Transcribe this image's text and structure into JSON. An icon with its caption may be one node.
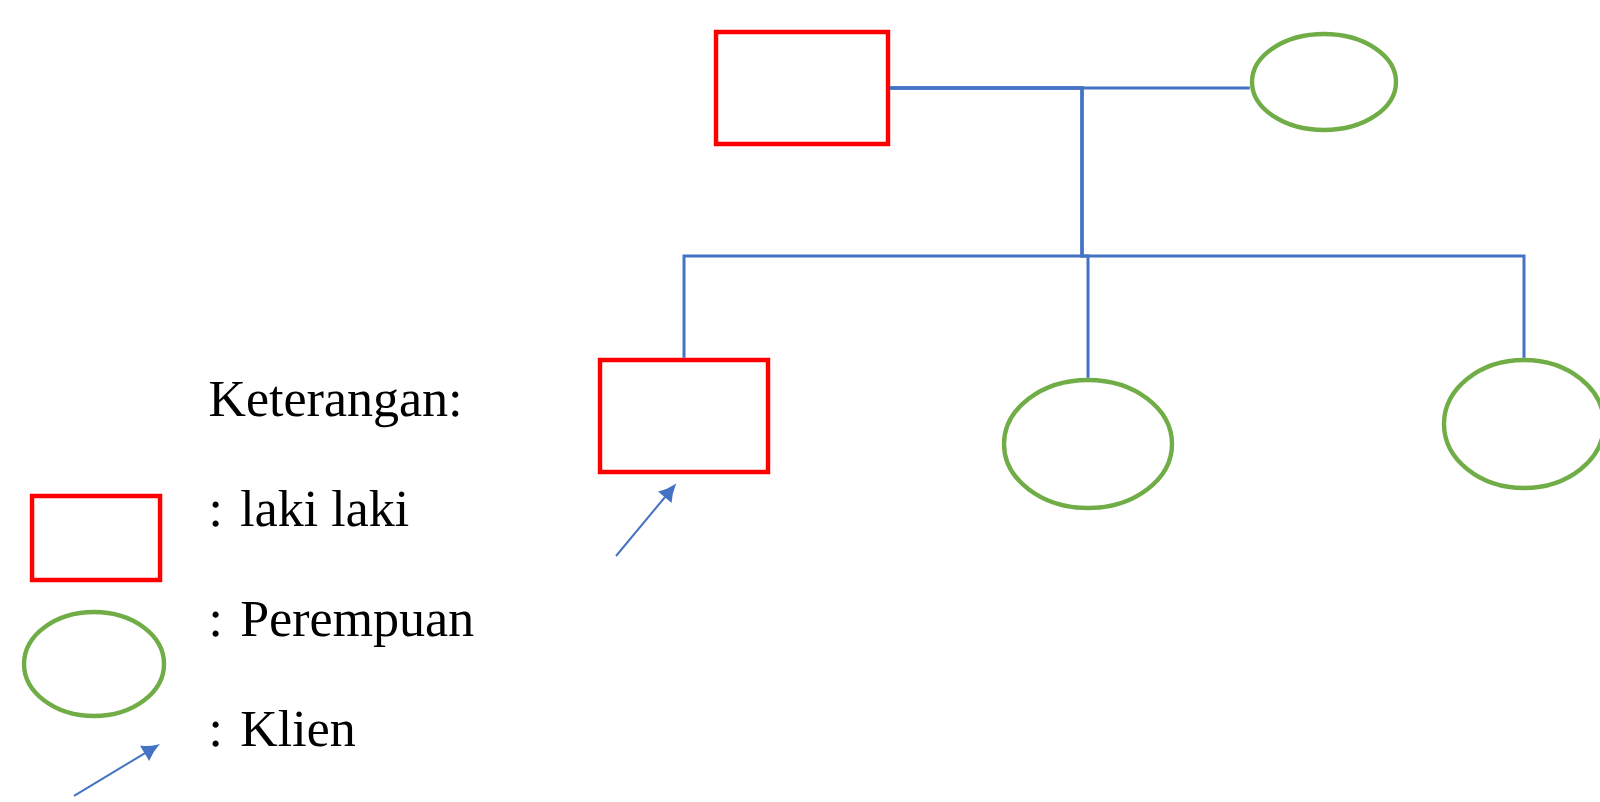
{
  "diagram": {
    "nodes": [
      {
        "text": [],
        "shape": "box"
      },
      {
        "text": [],
        "shape": "circle"
      },
      {
        "text": [],
        "shape": "box"
      },
      {
        "text": [],
        "shape": "circle"
      },
      {
        "text": [],
        "shape": "circle"
      }
    ],
    "edges": [
      {
        "from": 0,
        "to": 1,
        "arrow": "none"
      },
      {
        "from": 0,
        "to": 2,
        "arrow": "none"
      },
      {
        "from": 0,
        "to": 3,
        "arrow": "none"
      },
      {
        "from": 0,
        "to": 4,
        "arrow": "none"
      },
      {
        "from": null,
        "to": 2,
        "arrow": "to"
      }
    ],
    "labels": [
      "Keterangan:"
    ],
    "legend": [
      {
        "text": ": laki laki"
      },
      {
        "text": ": Perempuan"
      },
      {
        "text": ": Klien"
      }
    ]
  }
}
